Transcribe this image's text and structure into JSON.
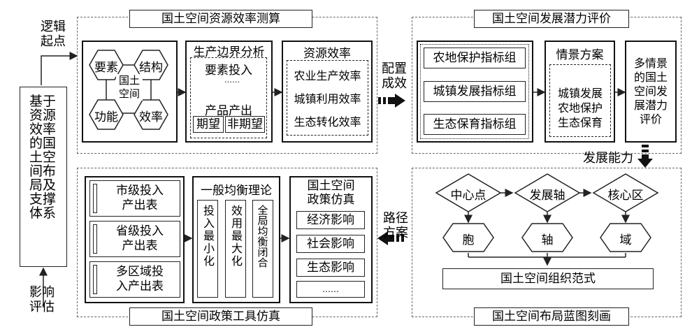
{
  "left_axis": {
    "label": "基于资源效率的国土空间布局及支撑体系",
    "top_note": [
      "逻辑",
      "起点"
    ],
    "bottom_note": [
      "影响",
      "评估"
    ]
  },
  "panel_efficiency": {
    "title": "国土空间资源效率测算",
    "hex": {
      "tl": "要素",
      "tr": "结构",
      "bl": "功能",
      "br": "效率",
      "center": "国土\n空间"
    },
    "frontier": {
      "title": "生产边界分析",
      "input": "要素投入",
      "dots": "……",
      "output": "产品产出",
      "desired": "期望",
      "undesired": "非期望"
    },
    "resource": {
      "title": "资源效率",
      "items": [
        "农业生产效率",
        "城镇利用效率",
        "生态转化效率"
      ]
    }
  },
  "panel_potential": {
    "title": "国土空间发展潜力评价",
    "indicators": [
      "农地保护指标组",
      "城镇发展指标组",
      "生态保育指标组"
    ],
    "scenario": {
      "title": "情景方案",
      "items": [
        "城镇发展",
        "农地保护",
        "生态保育"
      ]
    },
    "result": "多情景的国土空间发展潜力评价"
  },
  "arrow_labels": {
    "config": [
      "配置",
      "成效"
    ],
    "capacity": "发展能力",
    "path": [
      "路径",
      "方案"
    ]
  },
  "panel_policy": {
    "title": "国土空间政策工具仿真",
    "tables": [
      "市级投入\n产出表",
      "省级投入\n产出表",
      "多区域投\n入产出表"
    ],
    "equilibrium": {
      "title": "一般均衡理论",
      "cols": [
        "投入最小化",
        "效用最大化",
        "全局均衡闭合"
      ]
    },
    "simulation": {
      "title": "国土空间\n政策仿真",
      "items": [
        "经济影响",
        "社会影响",
        "生态影响",
        "……"
      ]
    }
  },
  "panel_blueprint": {
    "title": "国土空间布局蓝图刻画",
    "diamonds": [
      "中心点",
      "发展轴",
      "核心区"
    ],
    "hexes": [
      "胞",
      "轴",
      "域"
    ],
    "paradigm": "国土空间组织范式"
  }
}
